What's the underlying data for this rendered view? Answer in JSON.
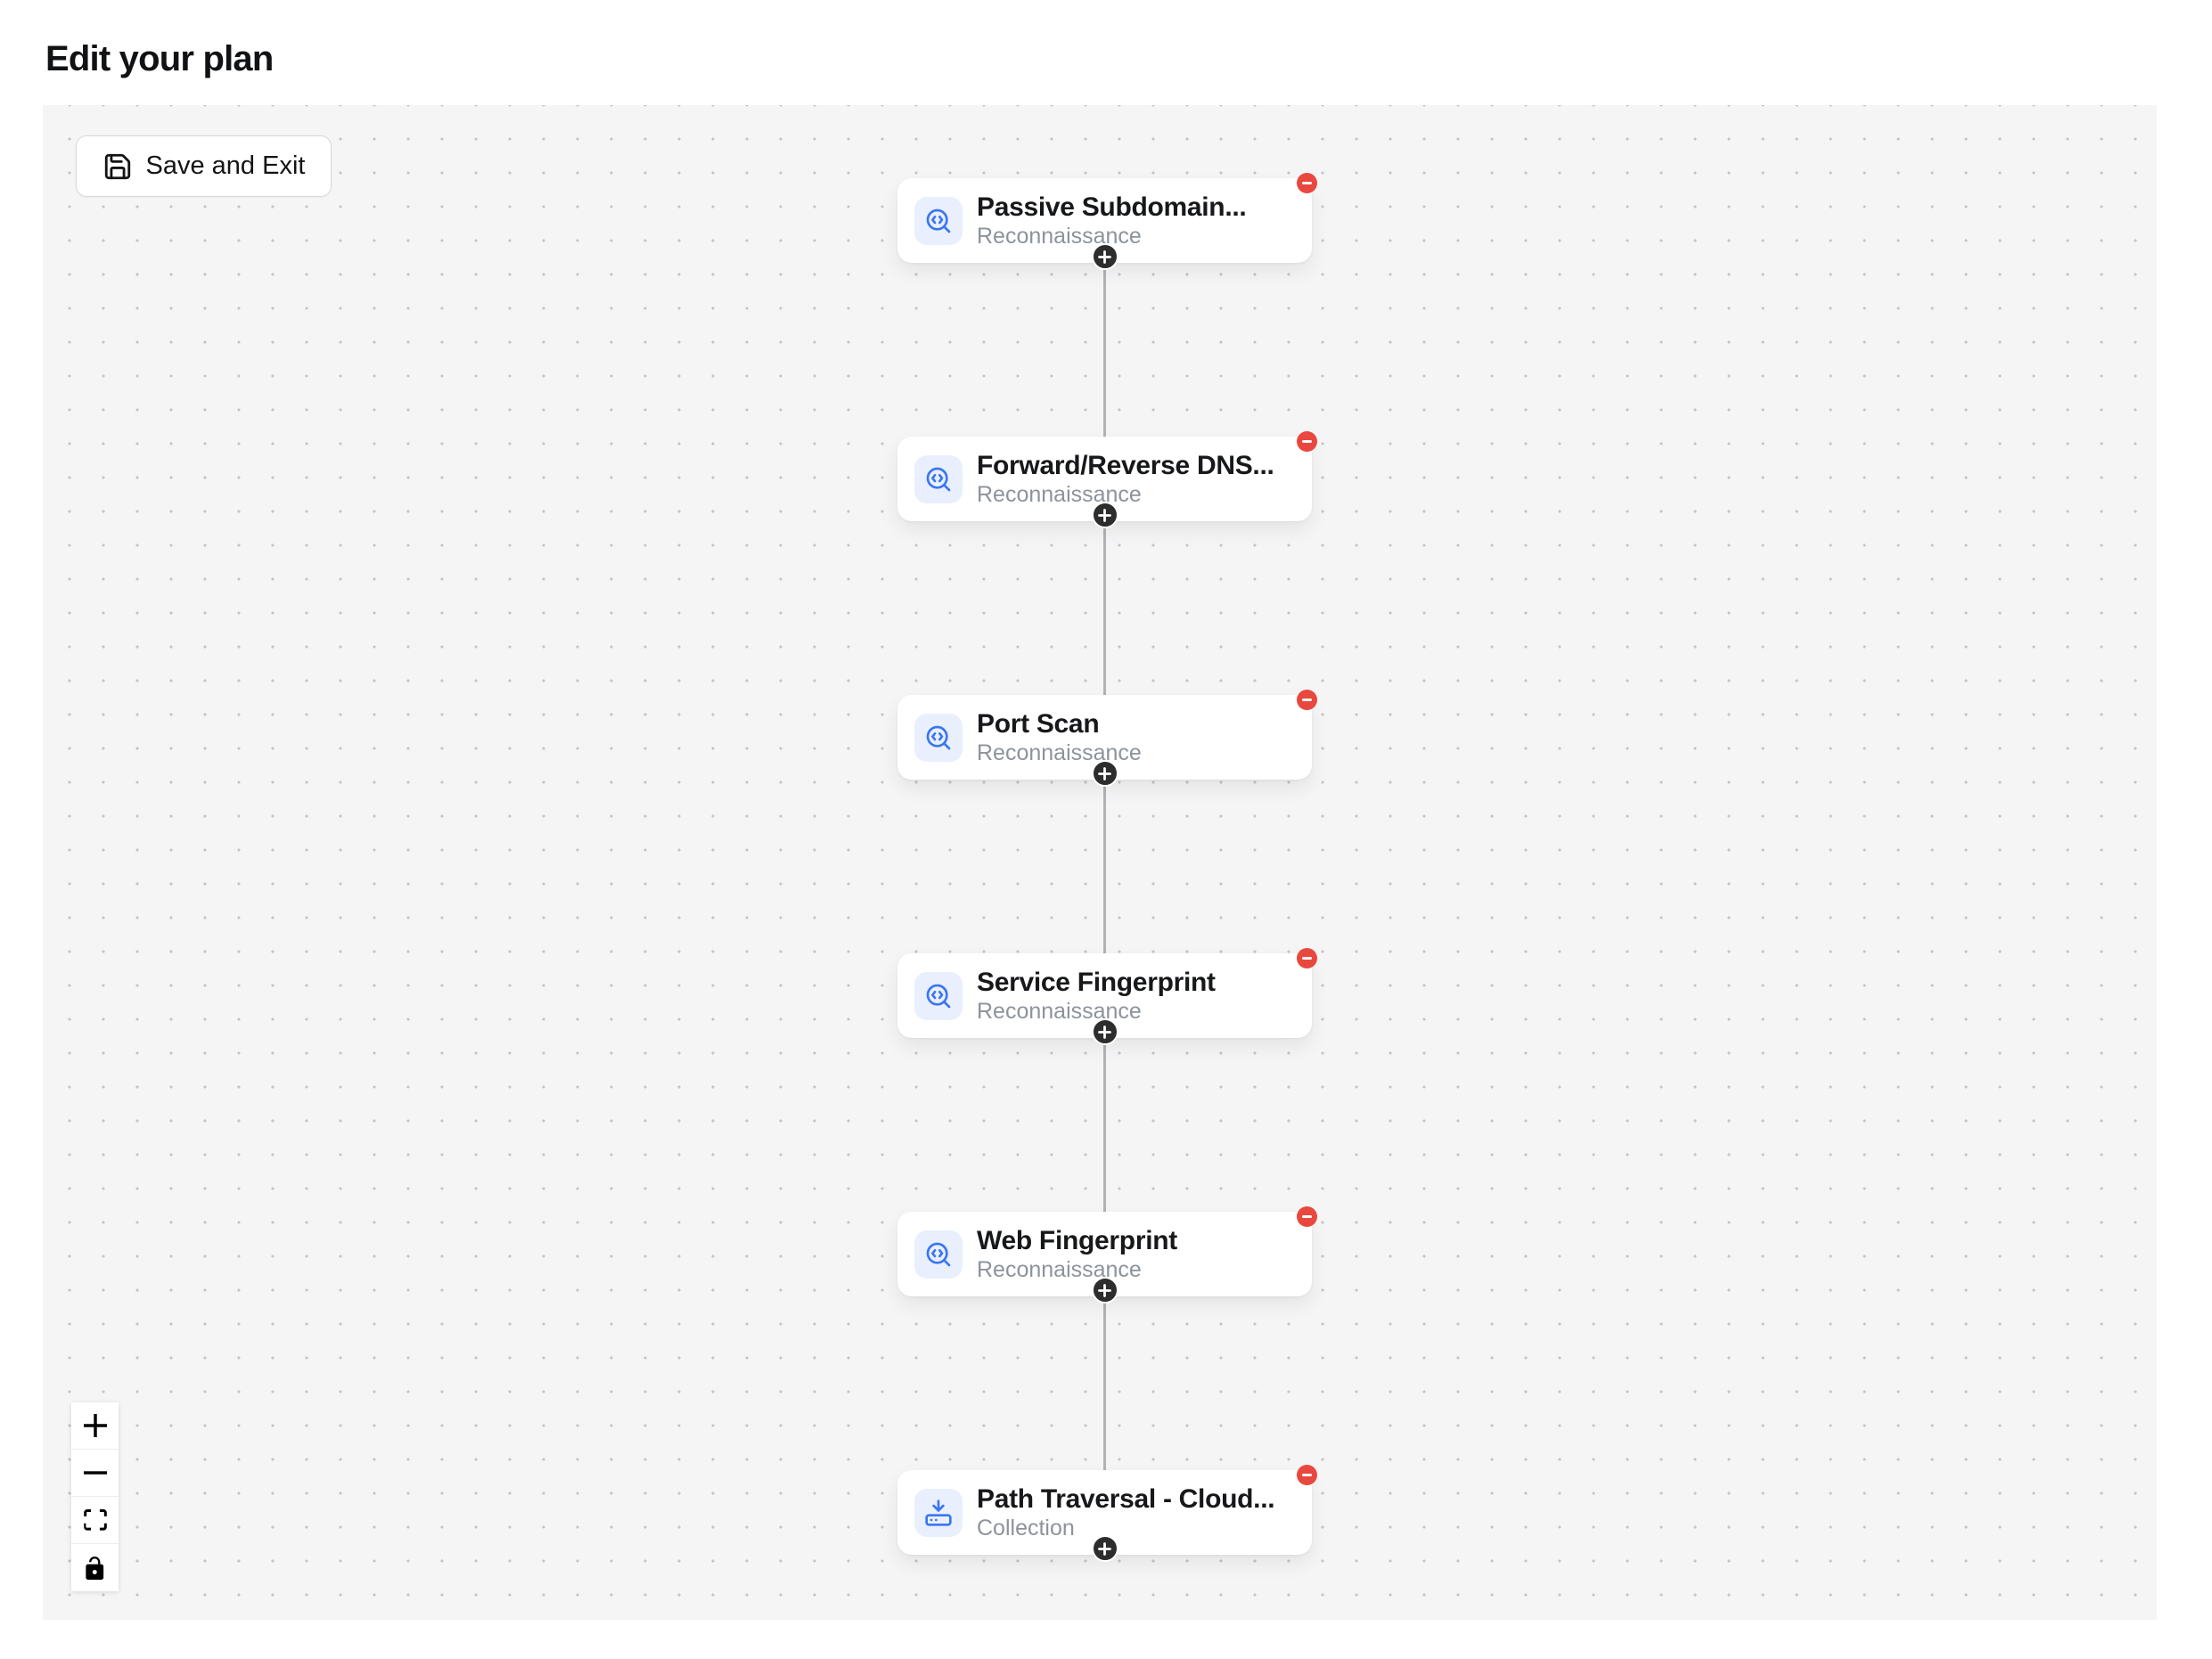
{
  "page": {
    "title": "Edit your plan"
  },
  "toolbar": {
    "save_label": "Save and Exit",
    "save_icon": "save-icon"
  },
  "canvas": {
    "background": "#f5f5f6",
    "dot_color": "#c5c5c9",
    "edge_color": "#b1b1b7",
    "node_icon_accent": "#3b76f0",
    "node_icon_bg": "#e9effd",
    "remove_badge_color": "#e8483e",
    "add_button_color": "#2d2d2d",
    "nodes": [
      {
        "title": "Passive Subdomain...",
        "category": "Reconnaissance",
        "icon": "search-code-icon"
      },
      {
        "title": "Forward/Reverse DNS...",
        "category": "Reconnaissance",
        "icon": "search-code-icon"
      },
      {
        "title": "Port Scan",
        "category": "Reconnaissance",
        "icon": "search-code-icon"
      },
      {
        "title": "Service Fingerprint",
        "category": "Reconnaissance",
        "icon": "search-code-icon"
      },
      {
        "title": "Web Fingerprint",
        "category": "Reconnaissance",
        "icon": "search-code-icon"
      },
      {
        "title": "Path Traversal - Cloud...",
        "category": "Collection",
        "icon": "hard-drive-download-icon"
      }
    ],
    "controls": {
      "icons": [
        "zoom-in-icon",
        "zoom-out-icon",
        "fit-view-icon",
        "unlock-icon"
      ]
    }
  }
}
